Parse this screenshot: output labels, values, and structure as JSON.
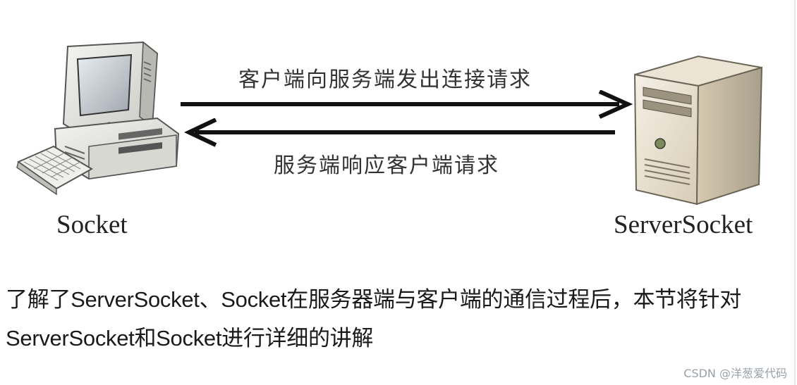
{
  "diagram": {
    "request_label": "客户端向服务端发出连接请求",
    "response_label": "服务端响应客户端请求",
    "client_label": "Socket",
    "server_label": "ServerSocket",
    "client_icon": "desktop-computer-icon",
    "server_icon": "server-tower-icon"
  },
  "paragraph": {
    "line1": "了解了ServerSocket、Socket在服务器端与客户端的通信过程后，本节将针对",
    "line2": "ServerSocket和Socket进行详细的讲解"
  },
  "watermark": "CSDN @洋葱爱代码"
}
